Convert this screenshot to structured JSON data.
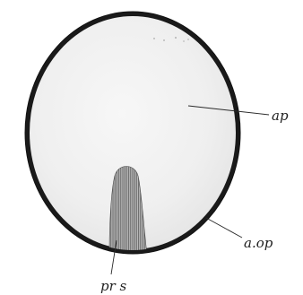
{
  "figure": {
    "labels": {
      "ap": "ap",
      "aop": "a.op",
      "prs": "pr s"
    },
    "colors": {
      "background": "#ffffff",
      "disc_fill": "#f1f1f1",
      "outline": "#1a1a1a",
      "streak": "#6f6f6f",
      "leader": "#2a2a2a"
    }
  }
}
